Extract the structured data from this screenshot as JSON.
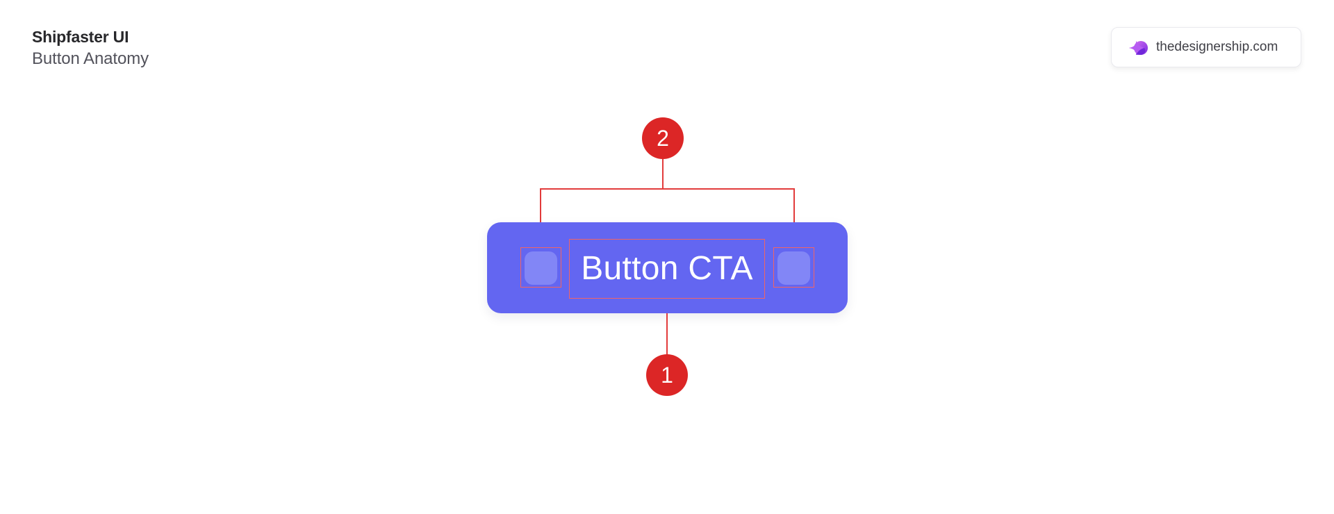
{
  "header": {
    "title": "Shipfaster UI",
    "subtitle": "Button Anatomy"
  },
  "badge": {
    "logo_icon": "designership-sparkle-logo-icon",
    "text": "thedesignership.com"
  },
  "button": {
    "label": "Button CTA",
    "leading_icon": "placeholder-square-icon",
    "trailing_icon": "placeholder-square-icon",
    "color": "#6366f1"
  },
  "annotations": [
    {
      "number": "1",
      "target": "container"
    },
    {
      "number": "2",
      "target": "icon-and-label-content"
    }
  ],
  "colors": {
    "annotation_red": "#dc2626",
    "outline_red": "#f26464",
    "icon_fill": "#8286f6",
    "title": "#27272a",
    "subtitle": "#52525b"
  }
}
